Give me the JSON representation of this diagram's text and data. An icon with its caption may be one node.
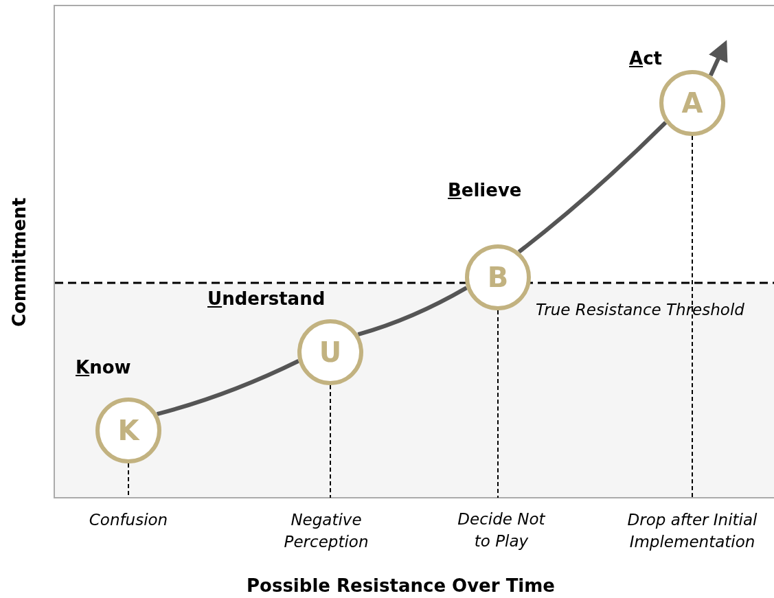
{
  "diagram": {
    "nodes": [
      {
        "text": [
          "K"
        ],
        "beside": [
          "Know"
        ]
      },
      {
        "text": [
          "U"
        ],
        "beside": [
          "Understand"
        ]
      },
      {
        "text": [
          "B"
        ],
        "beside": [
          "Believe"
        ]
      },
      {
        "text": [
          "A"
        ],
        "beside": [
          "Act"
        ]
      },
      {
        "text": [
          "Confusion"
        ]
      },
      {
        "text": [
          "Negative Perception"
        ]
      },
      {
        "text": [
          "Decide Not to Play"
        ]
      },
      {
        "text": [
          "Drop after Initial Implementation"
        ]
      }
    ],
    "edges": [
      {
        "from": 0,
        "to": 1,
        "arrow": "none",
        "style": "thick"
      },
      {
        "from": 1,
        "to": 2,
        "arrow": "none",
        "style": "thick"
      },
      {
        "from": 2,
        "to": 3,
        "arrow": "none",
        "style": "thick"
      },
      {
        "from": 3,
        "to": null,
        "arrow": "to",
        "style": "thick"
      },
      {
        "from": 0,
        "to": 4,
        "arrow": "none",
        "style": "dashed"
      },
      {
        "from": 1,
        "to": 5,
        "arrow": "none",
        "style": "dashed"
      },
      {
        "from": 2,
        "to": 6,
        "arrow": "none",
        "style": "dashed"
      },
      {
        "from": 3,
        "to": 7,
        "arrow": "none",
        "style": "dashed"
      }
    ],
    "labels": [
      "True Resistance Threshold",
      "Commitment",
      "Possible Resistance Over Time"
    ]
  }
}
